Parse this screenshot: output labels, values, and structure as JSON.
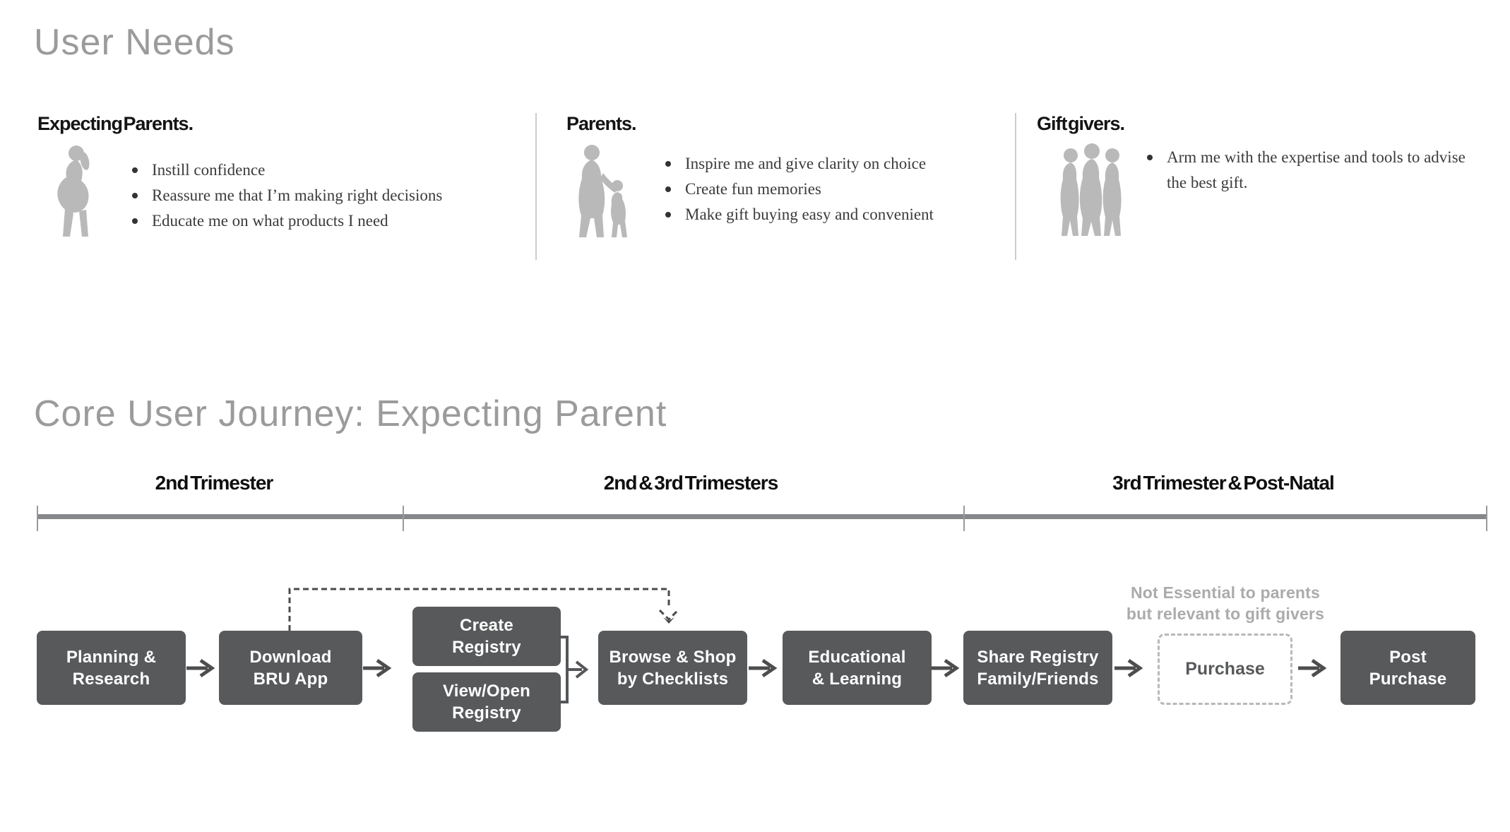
{
  "titles": {
    "user_needs": "User Needs",
    "journey": "Core User Journey: Expecting Parent"
  },
  "personas": [
    {
      "heading": "Expecting Parents.",
      "icon": "pregnant-woman-silhouette",
      "bullets": [
        "Instill confidence",
        "Reassure me that I’m making right decisions",
        "Educate me on what products I need"
      ]
    },
    {
      "heading": "Parents.",
      "icon": "parent-with-child-silhouette",
      "bullets": [
        "Inspire me and give clarity on choice",
        "Create fun memories",
        "Make gift buying easy and convenient"
      ]
    },
    {
      "heading": "Gift givers.",
      "icon": "gift-givers-group-silhouette",
      "bullets": [
        "Arm me with the expertise and tools to advise the best gift."
      ]
    }
  ],
  "journey": {
    "timeline_phases": [
      "2nd Trimester",
      "2nd & 3rd Trimesters",
      "3rd Trimester & Post-Natal"
    ],
    "steps": [
      {
        "id": "planning",
        "line1": "Planning &",
        "line2": "Research"
      },
      {
        "id": "download",
        "line1": "Download",
        "line2": "BRU App"
      },
      {
        "id": "create",
        "line1": "Create",
        "line2": "Registry"
      },
      {
        "id": "view",
        "line1": "View/Open",
        "line2": "Registry"
      },
      {
        "id": "browse",
        "line1": "Browse & Shop",
        "line2": "by Checklists"
      },
      {
        "id": "educational",
        "line1": "Educational",
        "line2": "& Learning"
      },
      {
        "id": "share",
        "line1": "Share Registry",
        "line2": "Family/Friends"
      },
      {
        "id": "purchase",
        "line1": "Purchase",
        "line2": ""
      },
      {
        "id": "post",
        "line1": "Post",
        "line2": "Purchase"
      }
    ],
    "note": {
      "line1": "Not Essential to parents",
      "line2": "but relevant to gift givers"
    }
  },
  "colors": {
    "section_title_gray": "#9b9b9b",
    "heading_black": "#141414",
    "bullet_text": "#3b3b3b",
    "silhouette_gray": "#b9b9b9",
    "divider_gray": "#cccccc",
    "timeline_line": "#85878a",
    "step_box_fill": "#58595b",
    "step_box_text": "#ffffff",
    "arrow_gray": "#4d4d4d",
    "purchase_dashed_border": "#b8b8b8",
    "note_gray": "#ababab"
  }
}
